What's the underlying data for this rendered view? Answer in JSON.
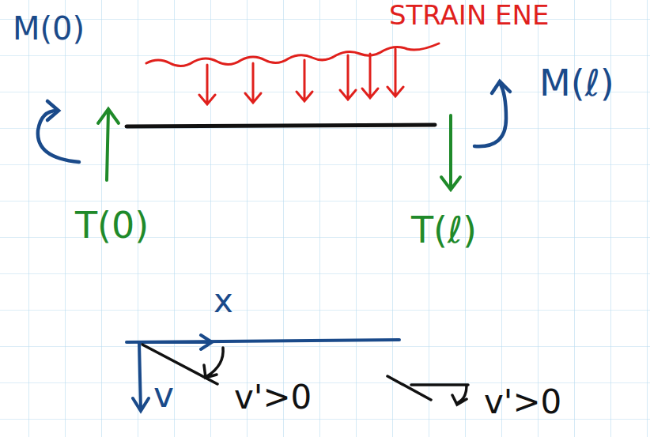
{
  "diagram": {
    "labels": [
      "STRAIN ENE",
      "M(0)",
      "M(ℓ)",
      "T(0)",
      "T(ℓ)",
      "x",
      "v",
      "v'>0",
      "v'>0"
    ]
  }
}
